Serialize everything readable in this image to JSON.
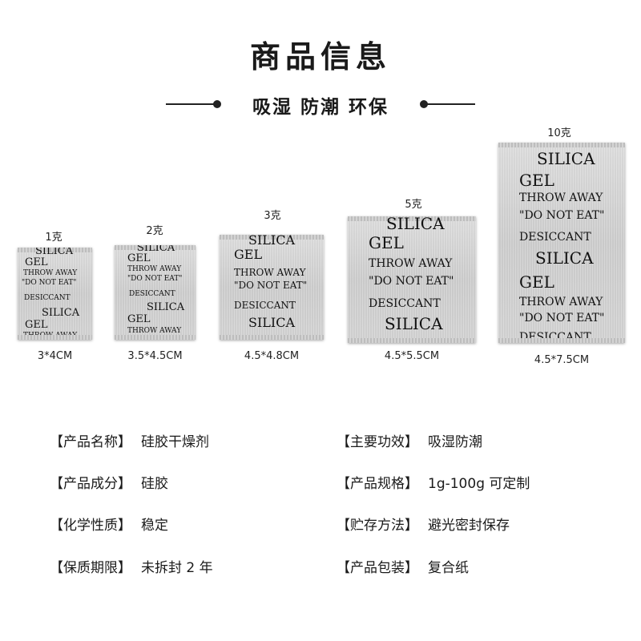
{
  "header": {
    "title": "商品信息",
    "subtitle": "吸湿 防潮 环保"
  },
  "packets": [
    {
      "weight": "1克",
      "size": "3*4CM",
      "lines": [
        "SILICA",
        "GEL",
        "THROW AWAY",
        "\"DO NOT EAT\"",
        "DESICCANT",
        "SILICA",
        "GEL",
        "THROW AWAY"
      ]
    },
    {
      "weight": "2克",
      "size": "3.5*4.5CM",
      "lines": [
        "SILICA",
        "GEL",
        "THROW AWAY",
        "\"DO NOT EAT\"",
        "DESICCANT",
        "SILICA",
        "GEL",
        "THROW AWAY"
      ]
    },
    {
      "weight": "3克",
      "size": "4.5*4.8CM",
      "lines": [
        "SILICA",
        "GEL",
        "THROW AWAY",
        "\"DO NOT EAT\"",
        "DESICCANT",
        "SILICA"
      ]
    },
    {
      "weight": "5克",
      "size": "4.5*5.5CM",
      "lines": [
        "SILICA",
        "GEL",
        "THROW AWAY",
        "\"DO NOT EAT\"",
        "DESICCANT",
        "SILICA"
      ]
    },
    {
      "weight": "10克",
      "size": "4.5*7.5CM",
      "lines": [
        "SILICA",
        "GEL",
        "THROW AWAY",
        "\"DO NOT EAT\"",
        "DESICCANT",
        "SILICA",
        "GEL",
        "THROW AWAY",
        "\"DO NOT EAT\"",
        "DESICCANT"
      ]
    }
  ],
  "info": {
    "left": [
      {
        "label": "【产品名称】",
        "value": "硅胶干燥剂"
      },
      {
        "label": "【产品成分】",
        "value": "硅胶"
      },
      {
        "label": "【化学性质】",
        "value": "稳定"
      },
      {
        "label": "【保质期限】",
        "value": "未拆封 2 年"
      }
    ],
    "right": [
      {
        "label": "【主要功效】",
        "value": "吸湿防潮"
      },
      {
        "label": "【产品规格】",
        "value": "1g-100g 可定制"
      },
      {
        "label": "【贮存方法】",
        "value": "避光密封保存"
      },
      {
        "label": "【产品包装】",
        "value": "复合纸"
      }
    ]
  }
}
